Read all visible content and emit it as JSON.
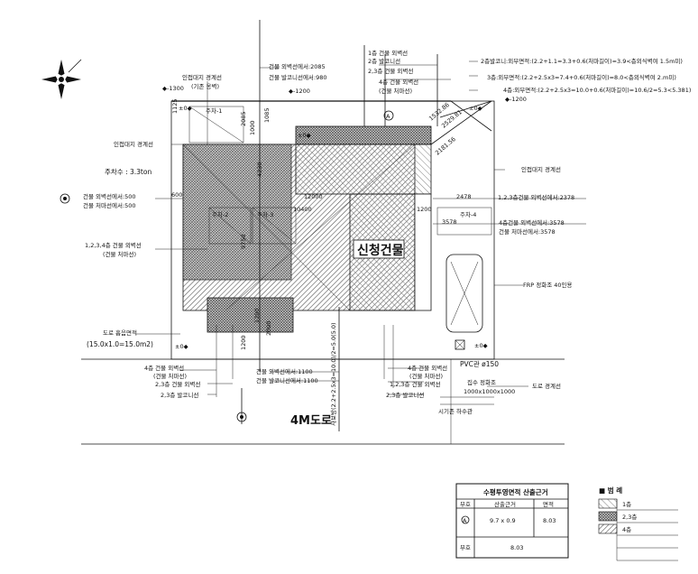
{
  "north_arrow": {
    "icon": "north-arrow-icon"
  },
  "labels": {
    "adj_boundary_top": "인접대지 경계선",
    "adj_boundary_top_note": "(기존 옹벽)",
    "level_1300": "◆-1300",
    "bldg_setback_2085": "건물 외벽선에서:2085",
    "bldg_balcony_980": "건물 발코니선에서:980",
    "level_1200_a": "◆-1200",
    "floor1_wall": "1층 건물 외벽선",
    "floor2_balcony": "2층 발코니선",
    "floor23_wall_top": "2,3층 건물 외벽선",
    "floor4_wall": "4층 건물 외벽선",
    "floor4_wall_note": "(건물 처마선)",
    "calc1": "2층발코니:외부면적:(2.2+1.1=3.3+0.6(처마길이)=3.9<층외식벽여 1.5m미)",
    "calc2": "3층:외부면적:(2.2+2.5x3=7.4+0.6(처마길이)=8.0<층외식벽여 2.m미)",
    "calc3": "4층:외부면적:(2.2+2.5x3=10.0+0.6(처마길이)=10.6/2=5.3<5.381)",
    "level_1200_b": "◆-1200",
    "adj_boundary_left": "인접대지 경계선",
    "adj_boundary_right": "인접대지 경계선",
    "parking_area": "주차수 : 3.3ton",
    "bldg_wall_500": "건물 외벽선에서:500",
    "bldg_eave_500": "건물 처마선에서:500",
    "bldg_1234_wall": "1,2,3,4층 건물 외벽선",
    "bldg_1234_wall_note": "(건물 처마선)",
    "road_area": "도로 흡음면적",
    "road_area_calc": "(15.0x1.0=15.0m2)",
    "floor4_wall_b": "4층 건물 외벽선",
    "floor4_wall_b_note": "(건물 처마선)",
    "floor23_wall_b": "2,3층 건물 외벽선",
    "floor23_balcony_b": "2,3층 발코니선",
    "bldg_wall_1100": "건물 외벽선에서:1100",
    "bldg_balcony_1100": "건물 발코니선에서:1100",
    "floor4_wall_c": "4층 건물 외벽선",
    "floor4_wall_c_note": "(건물 처마선)",
    "floor123_wall": "1,2,3층 건물 외벽선",
    "floor23_balcony_c": "2,3층 발코니선",
    "pvc": "PVC관 ø150",
    "tank": "집수 정화조",
    "tank_size": "1000x1000x1000",
    "road_boundary": "도로 경계선",
    "sewer": "시기존 하수관",
    "floor123_wall_2378": "1,2,3층건물 외벽선에서:2378",
    "floor4_wall_3578": "4층건물 외벽선에서:3578",
    "bldg_eave_3578": "건물 처마선에서:3578",
    "frp": "FRP 정화조 40인용",
    "vertical_calc": "사보방(2.2+2.5x3=10.0)/2=5.0(5.0)",
    "road_name": "4M도로",
    "building_name": "신청건물",
    "park1": "주차-1",
    "park2": "주차-2",
    "park3": "주차-3",
    "park4": "주차-4",
    "spot_a": "±0◆",
    "spot_b": "±0◆",
    "spot_c": "±0◆",
    "spot_d": "±0◆",
    "spot_e": "±0◆",
    "circle_a": "A"
  },
  "dims": {
    "d1125": "1125",
    "d2085": "2085",
    "d1000": "1000",
    "d1085": "1085",
    "d4230": "4230",
    "d12000": "12000",
    "d10400": "10400",
    "d600": "600",
    "d1200a": "1200",
    "d2478": "2478",
    "d3578": "3578",
    "d9750": "9750",
    "d1200b": "1200",
    "d2000": "2000",
    "d1200c": "1200",
    "d1532": "1532.86",
    "d2529": "2529.81",
    "d2181": "2181.56"
  },
  "table": {
    "title": "수평투영면적 산출근거",
    "head": [
      "부호",
      "산출근거",
      "면적"
    ],
    "row": [
      "A",
      "9.7 x 0.9",
      "8.03"
    ],
    "total_label": "부호",
    "total_value": "8.03"
  },
  "legend": {
    "title": "■ 범 례",
    "items": [
      "1층",
      "2,3층",
      "4층"
    ]
  }
}
